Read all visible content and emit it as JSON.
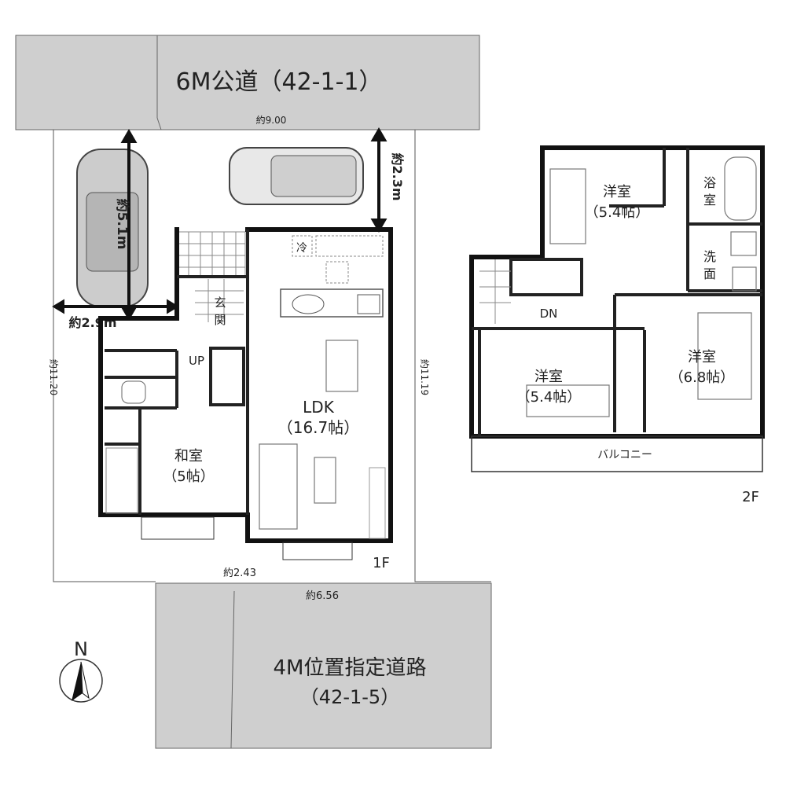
{
  "roads": {
    "top": {
      "label": "6M公道（42-1-1）",
      "frontage": "約9.00"
    },
    "bottom": {
      "label_line1": "4M位置指定道路",
      "label_line2": "（42-1-5）",
      "frontage": "約6.56"
    }
  },
  "lot": {
    "left_depth": "約11.20",
    "right_depth": "約11.19",
    "bottom_left": "約2.43"
  },
  "parking": {
    "length": "約5.1m",
    "width": "約2.9m",
    "setback": "約2.3m"
  },
  "compass": {
    "label": "N"
  },
  "floor1": {
    "label": "1F",
    "rooms": {
      "ldk_name": "LDK",
      "ldk_size": "（16.7帖）",
      "washitsu_name": "和室",
      "washitsu_size": "（5帖）",
      "genkan_1": "玄",
      "genkan_2": "関",
      "stairs": "UP",
      "fridge": "冷"
    }
  },
  "floor2": {
    "label": "2F",
    "rooms": {
      "room_a_name": "洋室",
      "room_a_size": "（5.4帖）",
      "room_b_name": "洋室",
      "room_b_size": "（5.4帖）",
      "room_c_name": "洋室",
      "room_c_size": "（6.8帖）",
      "bath_1": "浴",
      "bath_2": "室",
      "wash_1": "洗",
      "wash_2": "面",
      "stairs": "DN",
      "balcony": "バルコニー"
    }
  }
}
